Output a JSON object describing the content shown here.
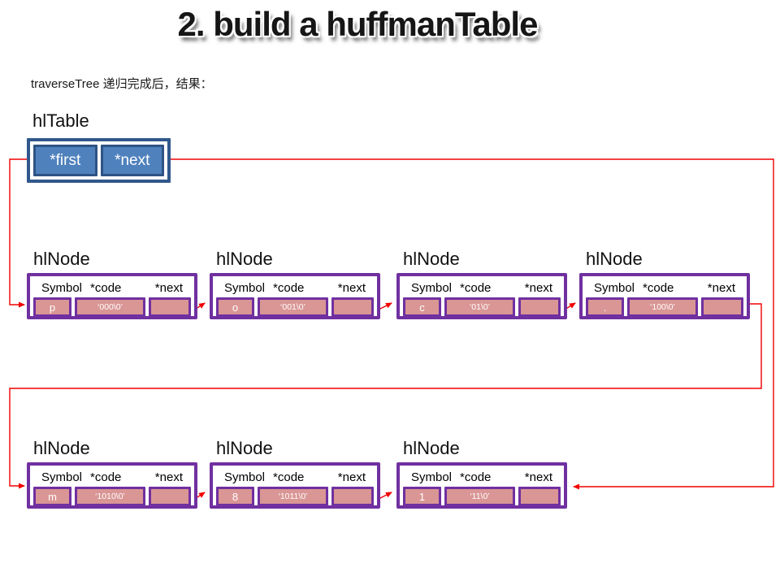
{
  "title": "2. build a huffmanTable",
  "subtitle": "traverseTree 递归完成后，结果：",
  "hl_table": {
    "label": "hlTable",
    "first_field": "*first",
    "next_field": "*next"
  },
  "node_label": "hlNode",
  "node_headers": {
    "symbol": "Symbol",
    "code": "*code",
    "next": "*next"
  },
  "nodes": [
    {
      "symbol": "p",
      "code": "‘000\\0’"
    },
    {
      "symbol": "o",
      "code": "‘001\\0’"
    },
    {
      "symbol": "c",
      "code": "‘01\\0’"
    },
    {
      "symbol": ".",
      "code": "‘100\\0’"
    },
    {
      "symbol": "m",
      "code": "‘1010\\0’"
    },
    {
      "symbol": "8",
      "code": "‘1011\\0’"
    },
    {
      "symbol": "1",
      "code": "‘11\\0’"
    }
  ],
  "colors": {
    "table_fill": "#4f81bd",
    "table_border": "#31588c",
    "node_border": "#7030a0",
    "cell_fill": "#d99694",
    "connector_red": "#f20000"
  }
}
